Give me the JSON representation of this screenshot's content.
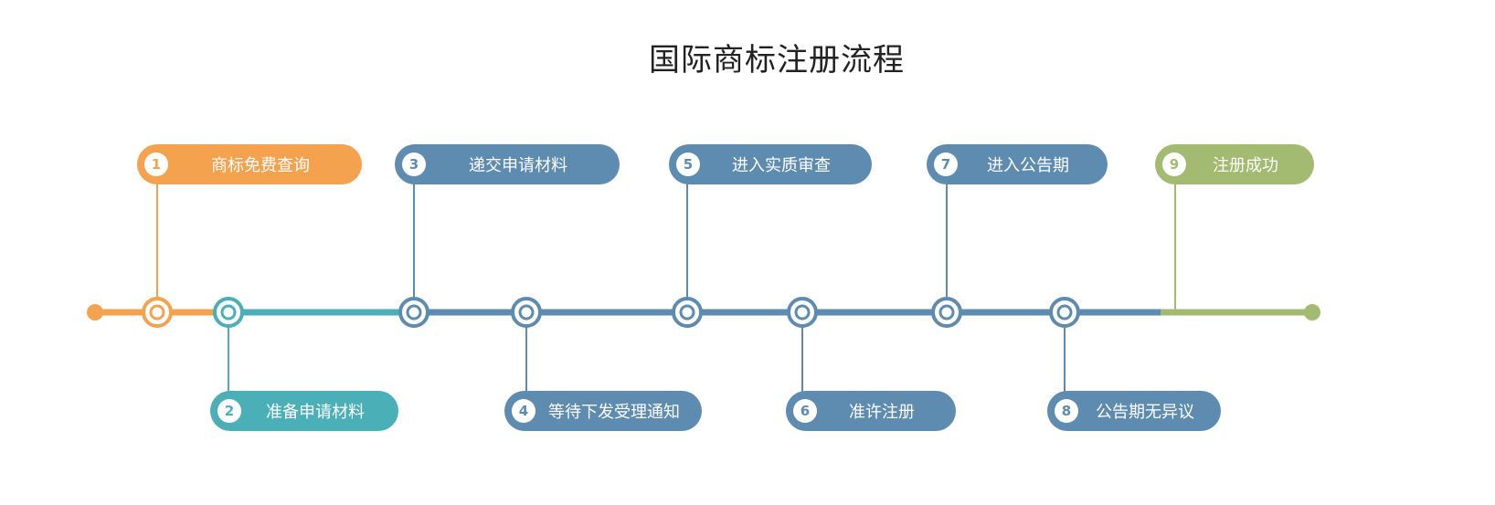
{
  "title": "国际商标注册流程",
  "colors": {
    "orange": "#F5A24E",
    "teal": "#4BAFB8",
    "blue": "#5E8CB0",
    "green": "#A2BB70"
  },
  "steps": [
    {
      "number": "1",
      "label": "商标免费查询",
      "color": "#F5A24E",
      "position": "top"
    },
    {
      "number": "2",
      "label": "准备申请材料",
      "color": "#4BAFB8",
      "position": "bottom"
    },
    {
      "number": "3",
      "label": "递交申请材料",
      "color": "#5E8CB0",
      "position": "top"
    },
    {
      "number": "4",
      "label": "等待下发受理通知",
      "color": "#5E8CB0",
      "position": "bottom"
    },
    {
      "number": "5",
      "label": "进入实质审查",
      "color": "#5E8CB0",
      "position": "top"
    },
    {
      "number": "6",
      "label": "准许注册",
      "color": "#5E8CB0",
      "position": "bottom"
    },
    {
      "number": "7",
      "label": "进入公告期",
      "color": "#5E8CB0",
      "position": "top"
    },
    {
      "number": "8",
      "label": "公告期无异议",
      "color": "#5E8CB0",
      "position": "bottom"
    },
    {
      "number": "9",
      "label": "注册成功",
      "color": "#A2BB70",
      "position": "top"
    }
  ]
}
